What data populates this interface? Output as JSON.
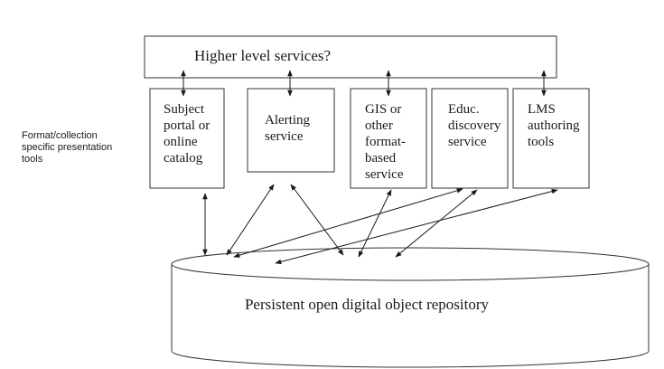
{
  "top_box": {
    "label": "Higher level services?"
  },
  "side_note": {
    "lines": [
      "Format/collection",
      "specific presentation",
      "tools"
    ]
  },
  "services": [
    {
      "id": "subject-portal",
      "lines": [
        "Subject",
        "portal or",
        "online",
        "catalog"
      ]
    },
    {
      "id": "alerting",
      "lines": [
        "Alerting",
        "service"
      ]
    },
    {
      "id": "gis",
      "lines": [
        "GIS or",
        "other",
        "format-",
        "based",
        "service"
      ]
    },
    {
      "id": "educ-discovery",
      "lines": [
        "Educ.",
        "discovery",
        "service"
      ]
    },
    {
      "id": "lms",
      "lines": [
        "LMS",
        "authoring",
        "tools"
      ]
    }
  ],
  "repository": {
    "label": "Persistent open digital object repository"
  }
}
